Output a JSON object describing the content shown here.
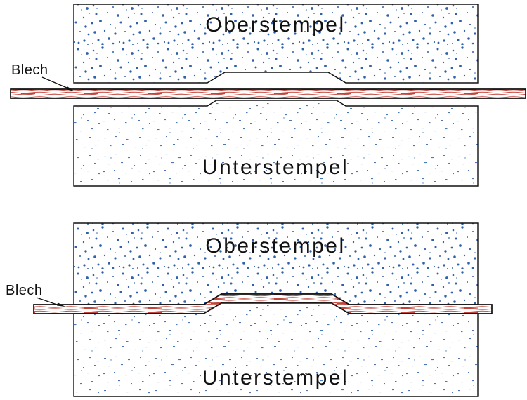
{
  "colors": {
    "stipple": "#2f62ab",
    "stipple_light": "#4a79b8",
    "grain": "#c2453b",
    "outline": "#111111"
  },
  "open_state": {
    "upper_die_label": "Oberstempel",
    "lower_die_label": "Unterstempel",
    "sheet_label": "Blech"
  },
  "closed_state": {
    "upper_die_label": "Oberstempel",
    "lower_die_label": "Unterstempel",
    "sheet_label": "Blech"
  }
}
